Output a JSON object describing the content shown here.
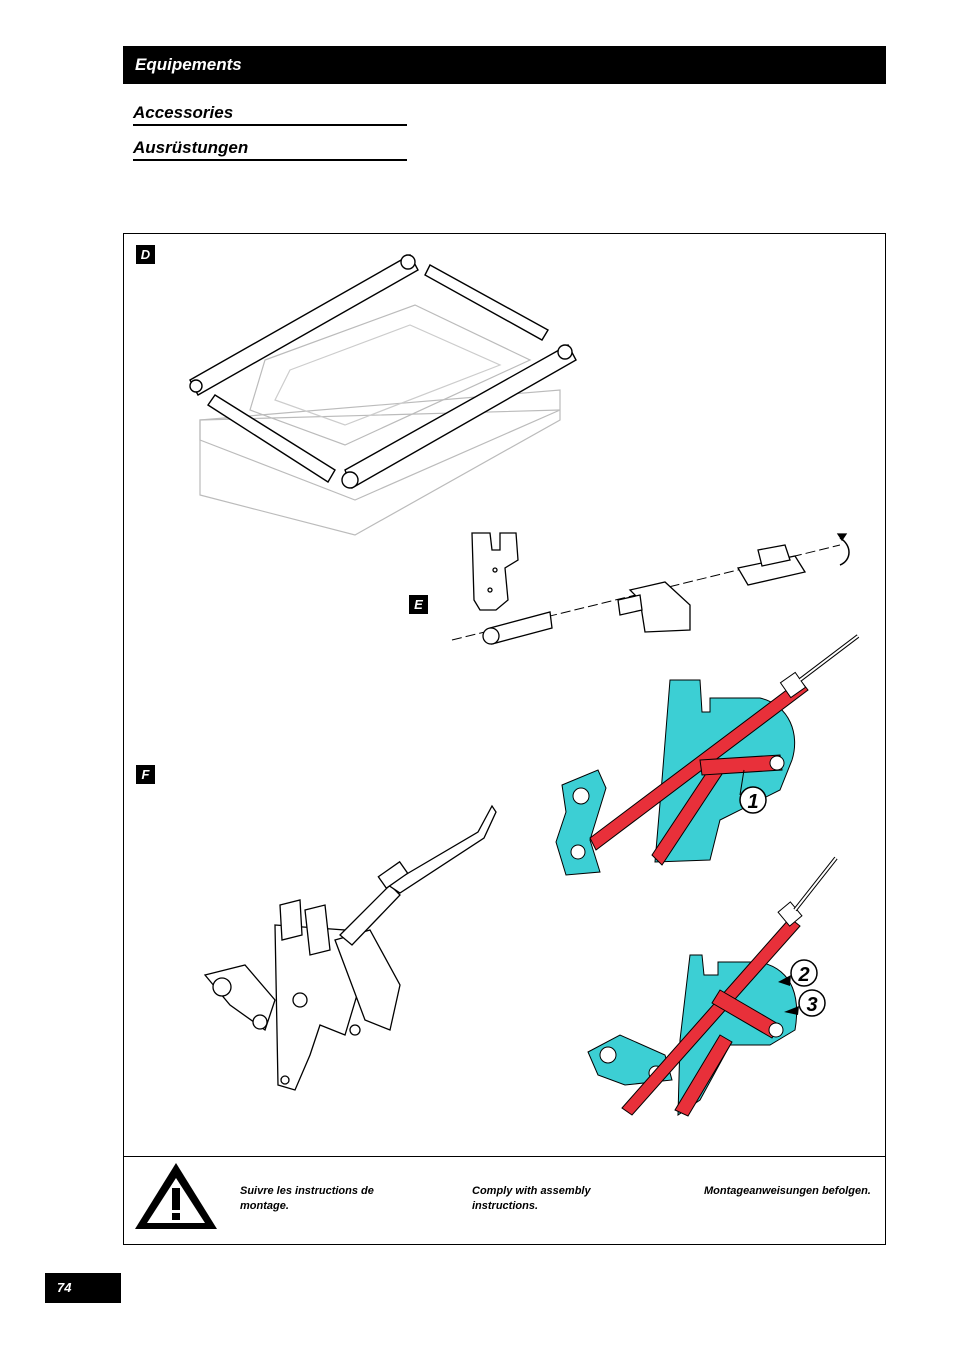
{
  "header": {
    "title": "Equipements"
  },
  "subheadings": [
    "Accessories",
    "Ausrüstungen"
  ],
  "sections": [
    {
      "tag": "D"
    },
    {
      "tag": "E"
    },
    {
      "tag": "F",
      "callouts": [
        "1",
        "2",
        "3"
      ]
    }
  ],
  "warning": {
    "icon": "warning-triangle-icon",
    "text_fr": "Suivre les instructions de montage.",
    "text_en": "Comply with assembly instructions.",
    "text_de": "Montageanweisungen befolgen."
  },
  "footer": {
    "page_number": "74"
  },
  "colors": {
    "part_red": "#e8303a",
    "part_cyan": "#3ccfd4",
    "ink": "#000000"
  }
}
